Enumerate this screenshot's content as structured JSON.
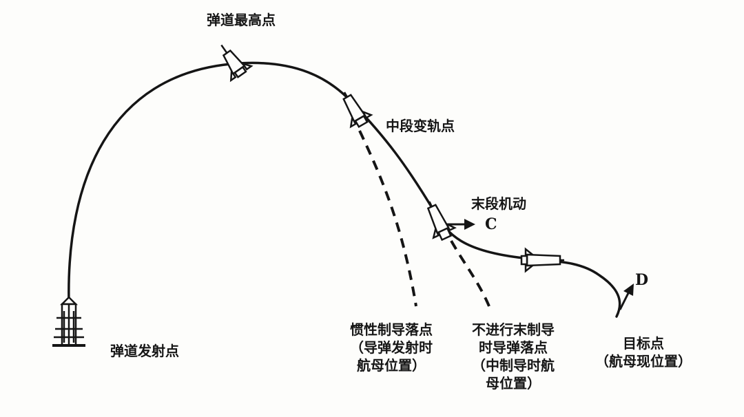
{
  "labels": {
    "apex": "弹道最高点",
    "midcourse": "中段变轨点",
    "terminal": "末段机动",
    "launch": "弹道发射点",
    "inertial_line1": "惯性制导落点",
    "inertial_line2": "（导弹发射时",
    "inertial_line3": "航母位置）",
    "noguide_line1": "不进行末制导",
    "noguide_line2": "时导弹落点",
    "noguide_line3": "（中制导时航",
    "noguide_line4": "母位置）",
    "target_line1": "目标点",
    "target_line2": "（航母现位置）"
  },
  "markers": {
    "c": "C",
    "d": "D"
  },
  "colors": {
    "ink": "#151515",
    "paper": "#fdfdfb"
  }
}
